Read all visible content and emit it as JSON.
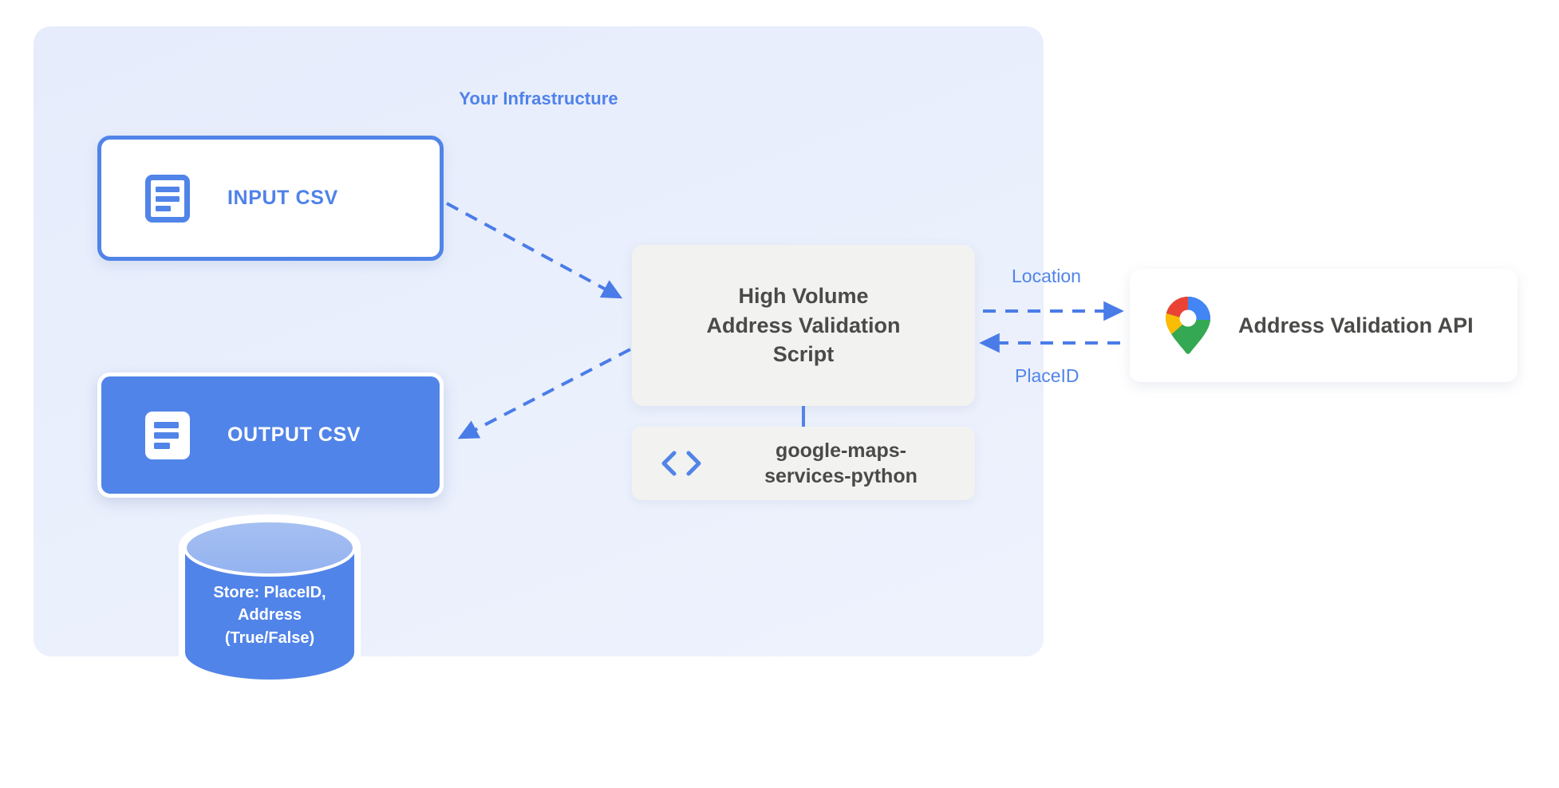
{
  "diagram": {
    "title": "Your Infrastructure",
    "accent_blue": "#5184e8",
    "panel_bg": "#e8eefb",
    "neutral_box_bg": "#f2f2f0",
    "text_dark": "#4a4a48"
  },
  "nodes": {
    "input_csv": {
      "label": "INPUT CSV",
      "icon": "document-lines-icon",
      "style": "outlined"
    },
    "output_csv": {
      "label": "OUTPUT CSV",
      "icon": "document-lines-icon",
      "style": "filled"
    },
    "script": {
      "line1": "High Volume",
      "line2": "Address Validation",
      "line3": "Script"
    },
    "library": {
      "line1": "google-maps-",
      "line2": "services-python",
      "icon": "code-brackets-icon"
    },
    "api": {
      "label": "Address Validation API",
      "icon": "google-maps-pin-icon"
    },
    "database": {
      "line1": "Store: PlaceID,",
      "line2": "Address",
      "line3": "(True/False)",
      "icon": "database-cylinder-icon"
    }
  },
  "edges": {
    "input_to_script": {
      "label": "",
      "style": "dashed",
      "direction": "to-script"
    },
    "script_to_output": {
      "label": "",
      "style": "dashed",
      "direction": "to-output"
    },
    "script_to_api": {
      "label": "Location",
      "style": "dashed",
      "direction": "right"
    },
    "api_to_script": {
      "label": "PlaceID",
      "style": "dashed",
      "direction": "left"
    },
    "script_to_library": {
      "label": "",
      "style": "solid",
      "direction": "down"
    }
  }
}
